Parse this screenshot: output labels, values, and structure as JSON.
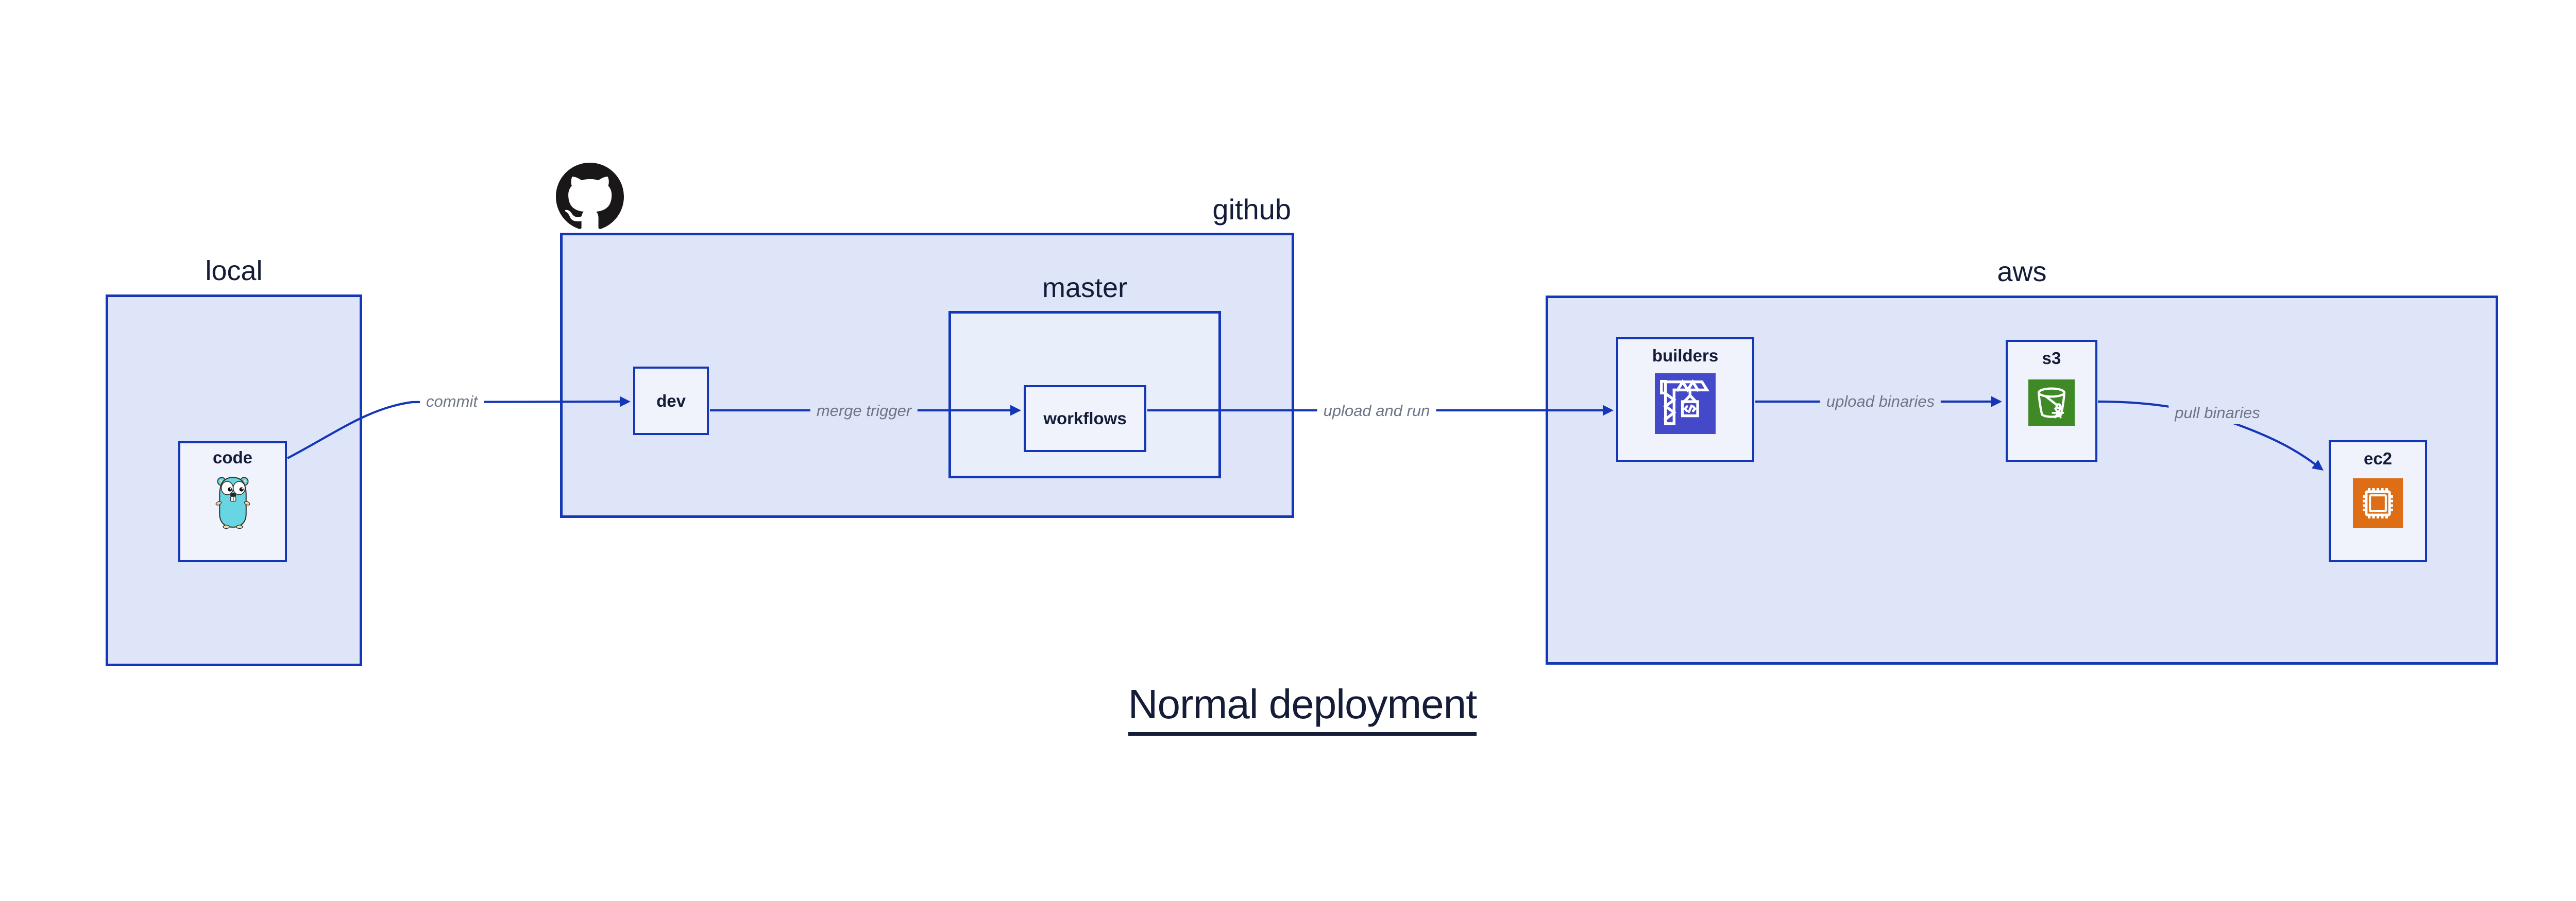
{
  "title": "Normal deployment",
  "containers": {
    "local": {
      "label": "local"
    },
    "github": {
      "label": "github",
      "logo_icon": "github-octocat-icon"
    },
    "master": {
      "label": "master"
    },
    "aws": {
      "label": "aws"
    }
  },
  "nodes": {
    "code": {
      "label": "code",
      "icon": "go-gopher-icon"
    },
    "dev": {
      "label": "dev"
    },
    "workflows": {
      "label": "workflows"
    },
    "builders": {
      "label": "builders",
      "icon": "codebuild-crane-icon",
      "icon_color": "#4349c8"
    },
    "s3": {
      "label": "s3",
      "icon": "s3-bucket-snowflake-icon",
      "icon_color": "#3f8a26"
    },
    "ec2": {
      "label": "ec2",
      "icon": "ec2-chip-icon",
      "icon_color": "#dd6e15"
    }
  },
  "edges": {
    "commit": {
      "label": "commit",
      "from": "code",
      "to": "dev"
    },
    "merge_trigger": {
      "label": "merge trigger",
      "from": "dev",
      "to": "workflows"
    },
    "upload_and_run": {
      "label": "upload and run",
      "from": "workflows",
      "to": "builders"
    },
    "upload_binaries": {
      "label": "upload binaries",
      "from": "builders",
      "to": "s3"
    },
    "pull_binaries": {
      "label": "pull binaries",
      "from": "s3",
      "to": "ec2"
    }
  },
  "colors": {
    "accent_blue": "#1437b7",
    "container_fill": "#dfe5f8",
    "master_fill": "#e9eefb",
    "node_fill": "#f0f3fc",
    "navy": "#141c38",
    "edge_gray": "#6e7585",
    "canvas_white": "#ffffff",
    "github_black": "#191717",
    "builders_indigo": "#4349c8",
    "s3_green": "#3f8a26",
    "ec2_orange": "#dd6e15",
    "gopher_teal": "#67d6e2",
    "gopher_skin": "#f6d7a7"
  }
}
